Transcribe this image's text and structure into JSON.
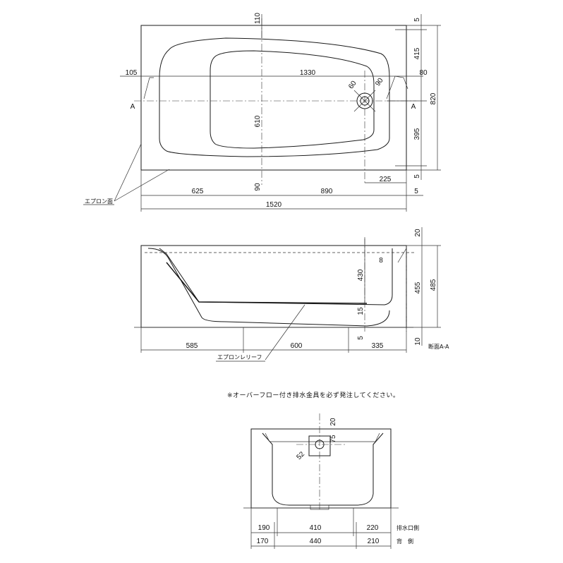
{
  "plan": {
    "dims": {
      "top_gap": "110",
      "right_top": "5",
      "right_upper": "415",
      "right_total": "820",
      "right_lower": "395",
      "right_bottom": "5",
      "left_off": "105",
      "inner_len": "1330",
      "right_off": "80",
      "drain_60": "60",
      "drain_90": "90",
      "inner_width": "610",
      "bottom_90": "90",
      "drain_off": "225",
      "seg_625": "625",
      "seg_890": "890",
      "seg_5": "5",
      "total_len": "1520"
    },
    "section_mark_left": "A",
    "section_mark_right": "A",
    "apron_face_label": "エプロン面"
  },
  "section": {
    "dims": {
      "top_20": "20",
      "depth_430": "430",
      "edge_8": "8",
      "inner_455": "455",
      "total_485": "485",
      "floor_15": "15",
      "floor_5": "5",
      "base_10": "10",
      "seg_585": "585",
      "seg_600": "600",
      "seg_335": "335"
    },
    "section_label": "断面A-A",
    "apron_relief_label": "エプロンレリーフ"
  },
  "note": "※オーバーフロー付き排水金具を必ず発注してください。",
  "end_view": {
    "dims": {
      "top_20": "20",
      "hole_75": "75",
      "hole_52": "52",
      "a_190": "190",
      "a_410": "410",
      "a_220": "220",
      "b_170": "170",
      "b_440": "440",
      "b_210": "210"
    },
    "drain_side_label": "排水口側",
    "back_side_label": "背　側"
  }
}
